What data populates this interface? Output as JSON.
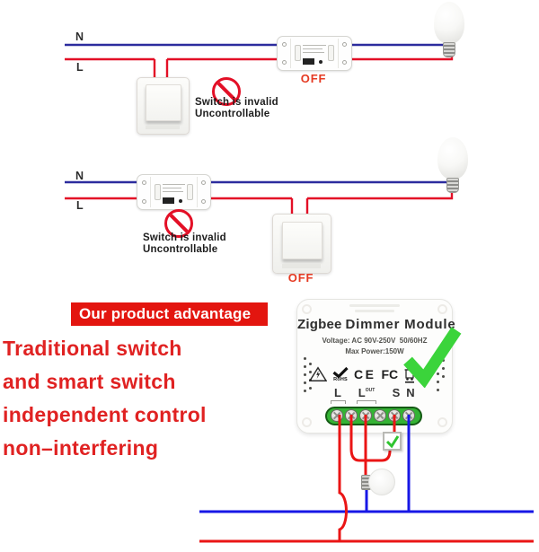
{
  "colors": {
    "wire-blue-top": "#2c2c9e",
    "wire-red-top": "#e30f26",
    "wire-blue": "#1717e6",
    "wire-red": "#ea1515",
    "accent-red": "#e3150f",
    "text-red": "#e02222",
    "off-red": "#e53a22",
    "check-green": "#3bd43b",
    "terminal-green": "#34b334"
  },
  "diagram_top": {
    "n_label": "N",
    "l_label": "L",
    "module_status": "OFF",
    "warning_line1": "Switch is invalid",
    "warning_line2": "Uncontrollable"
  },
  "diagram_middle": {
    "n_label": "N",
    "l_label": "L",
    "module_status": "OFF",
    "warning_line1": "Switch is invalid",
    "warning_line2": "Uncontrollable"
  },
  "advantage": {
    "banner": "Our product advantage",
    "lines": [
      "Traditional switch",
      "and smart switch",
      "independent control",
      "non–interfering"
    ]
  },
  "dimmer_module": {
    "brand": "Zigbee",
    "name": "Dimmer Module",
    "voltage_label": "Voltage: AC 90V-250V  50/60HZ",
    "power_label": "Max Power:150W",
    "cert_rohs": "RoHS",
    "cert_ce": "CE",
    "cert_fcc": "FC",
    "terminal_l": "L",
    "terminal_lout": "L",
    "terminal_lout_sup": "OUT",
    "terminal_s": "S",
    "terminal_n": "N"
  }
}
